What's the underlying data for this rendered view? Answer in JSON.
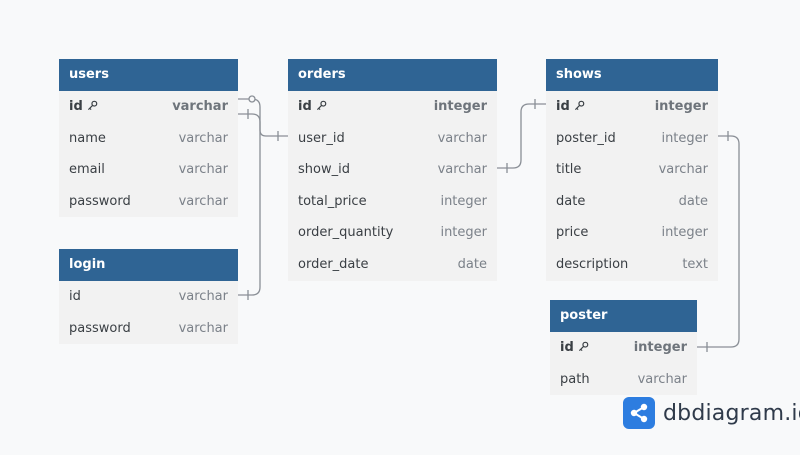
{
  "tables": {
    "users": {
      "title": "users",
      "fields": [
        {
          "name": "id",
          "type": "varchar",
          "pk": true
        },
        {
          "name": "name",
          "type": "varchar"
        },
        {
          "name": "email",
          "type": "varchar"
        },
        {
          "name": "password",
          "type": "varchar"
        }
      ]
    },
    "login": {
      "title": "login",
      "fields": [
        {
          "name": "id",
          "type": "varchar"
        },
        {
          "name": "password",
          "type": "varchar"
        }
      ]
    },
    "orders": {
      "title": "orders",
      "fields": [
        {
          "name": "id",
          "type": "integer",
          "pk": true
        },
        {
          "name": "user_id",
          "type": "varchar"
        },
        {
          "name": "show_id",
          "type": "varchar"
        },
        {
          "name": "total_price",
          "type": "integer"
        },
        {
          "name": "order_quantity",
          "type": "integer"
        },
        {
          "name": "order_date",
          "type": "date"
        }
      ]
    },
    "shows": {
      "title": "shows",
      "fields": [
        {
          "name": "id",
          "type": "integer",
          "pk": true
        },
        {
          "name": "poster_id",
          "type": "integer"
        },
        {
          "name": "title",
          "type": "varchar"
        },
        {
          "name": "date",
          "type": "date"
        },
        {
          "name": "price",
          "type": "integer"
        },
        {
          "name": "description",
          "type": "text"
        }
      ]
    },
    "poster": {
      "title": "poster",
      "fields": [
        {
          "name": "id",
          "type": "integer",
          "pk": true
        },
        {
          "name": "path",
          "type": "varchar"
        }
      ]
    }
  },
  "brand": {
    "name": "dbdiagram.io",
    "icon": "share-icon"
  },
  "colors": {
    "header": "#2f6494",
    "body": "#f2f2f2",
    "connector": "#8a8f96",
    "brand": "#2d7de0"
  }
}
